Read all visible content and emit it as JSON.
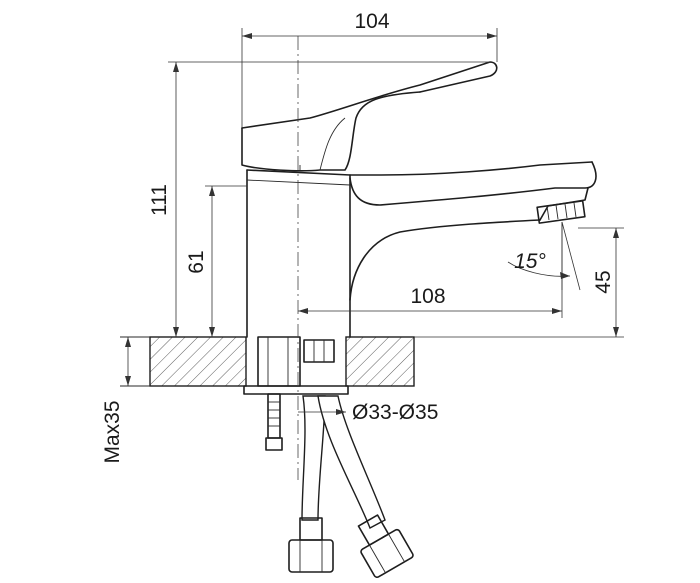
{
  "dimensions": {
    "overall_length": "104",
    "overall_height": "111",
    "body_height": "61",
    "spout_reach": "108",
    "outlet_height": "45",
    "aerator_angle": "15°",
    "hole_diameter": "Ø33-Ø35",
    "max_countertop": "Max35"
  }
}
